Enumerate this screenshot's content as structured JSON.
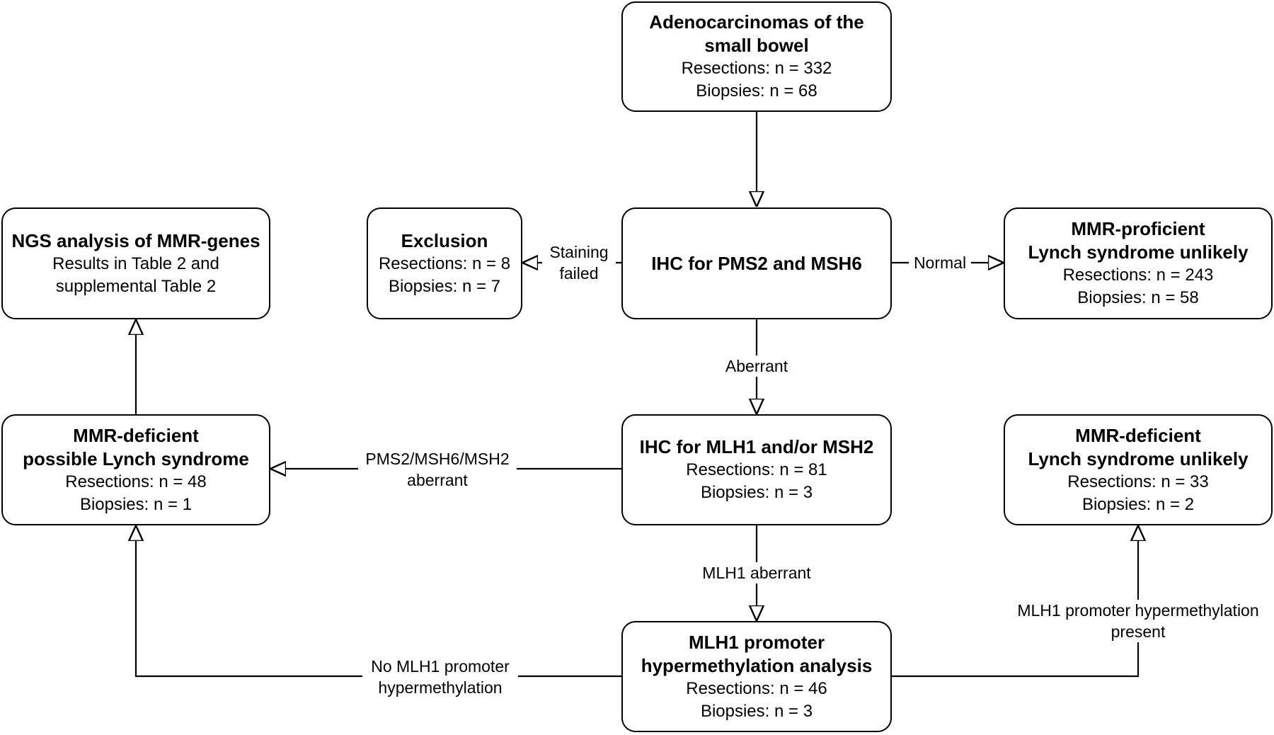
{
  "boxes": {
    "start": {
      "title1": "Adenocarcinomas of the",
      "title2": "small bowel",
      "line1": "Resections: n = 332",
      "line2": "Biopsies: n = 68"
    },
    "ihc1": {
      "title1": "IHC for PMS2 and MSH6"
    },
    "exclusion": {
      "title1": "Exclusion",
      "line1": "Resections: n = 8",
      "line2": "Biopsies: n = 7"
    },
    "proficient": {
      "title1": "MMR-proficient",
      "title2": "Lynch syndrome unlikely",
      "line1": "Resections: n = 243",
      "line2": "Biopsies: n = 58"
    },
    "ngs": {
      "title1": "NGS analysis of MMR-genes",
      "line1": "Results in Table 2 and",
      "line2": "supplemental Table 2"
    },
    "ihc2": {
      "title1": "IHC for MLH1 and/or MSH2",
      "line1": "Resections: n = 81",
      "line2": "Biopsies: n = 3"
    },
    "deficient_possible": {
      "title1": "MMR-deficient",
      "title2": "possible Lynch syndrome",
      "line1": "Resections: n = 48",
      "line2": "Biopsies: n = 1"
    },
    "deficient_unlikely": {
      "title1": "MMR-deficient",
      "title2": "Lynch syndrome unlikely",
      "line1": "Resections: n = 33",
      "line2": "Biopsies: n = 2"
    },
    "methylation": {
      "title1": "MLH1 promoter",
      "title2": "hypermethylation analysis",
      "line1": "Resections: n = 46",
      "line2": "Biopsies: n = 3"
    }
  },
  "edges": {
    "staining_failed": {
      "line1": "Staining",
      "line2": "failed"
    },
    "normal": {
      "line1": "Normal"
    },
    "aberrant": {
      "line1": "Aberrant"
    },
    "pms2_aberrant": {
      "line1": "PMS2/MSH6/MSH2",
      "line2": "aberrant"
    },
    "mlh1_aberrant": {
      "line1": "MLH1 aberrant"
    },
    "no_hypermethylation": {
      "line1": "No MLH1 promoter",
      "line2": "hypermethylation"
    },
    "hypermethylation_present": {
      "line1": "MLH1 promoter hypermethylation",
      "line2": "present"
    }
  }
}
